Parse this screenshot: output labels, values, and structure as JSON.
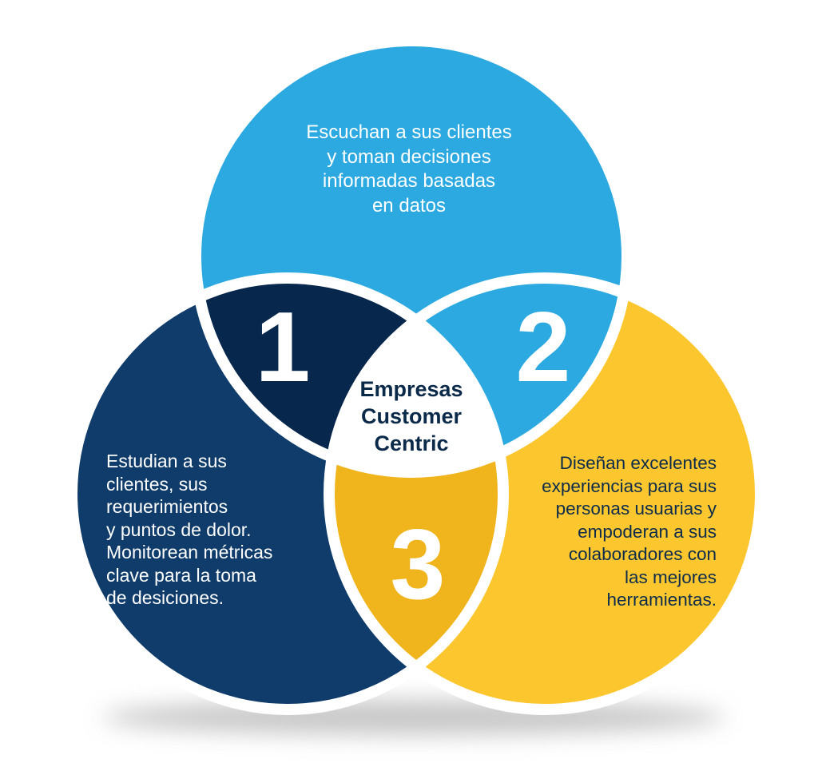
{
  "diagram": {
    "type": "venn",
    "center_label": {
      "lines": [
        "Empresas",
        "Customer",
        "Centric"
      ]
    },
    "circles": [
      {
        "id": "top",
        "color": "#2BA9E0",
        "text_lines": [
          "Escuchan a sus clientes",
          "y toman decisiones",
          "informadas basadas",
          "en datos"
        ]
      },
      {
        "id": "left",
        "color": "#0F3C6B",
        "text_lines": [
          "Estudian a sus",
          "clientes, sus",
          "requerimientos",
          "y puntos de dolor.",
          "Monitorean métricas",
          "clave para la toma",
          "de desiciones."
        ]
      },
      {
        "id": "right",
        "color": "#FCC72E",
        "text_lines": [
          "Diseñan excelentes",
          "experiencias para sus",
          "personas usuarias y",
          "empoderan a sus",
          "colaboradores con",
          "las mejores",
          "herramientas."
        ]
      }
    ],
    "intersections": [
      {
        "id": "top-left",
        "numeral": "1",
        "color": "#07274D"
      },
      {
        "id": "top-right",
        "numeral": "2",
        "color": "#2BA9E0"
      },
      {
        "id": "left-right",
        "numeral": "3",
        "color": "#F0B41C"
      }
    ],
    "separator_color": "#FFFFFF",
    "center_color": "#FFFFFF"
  }
}
